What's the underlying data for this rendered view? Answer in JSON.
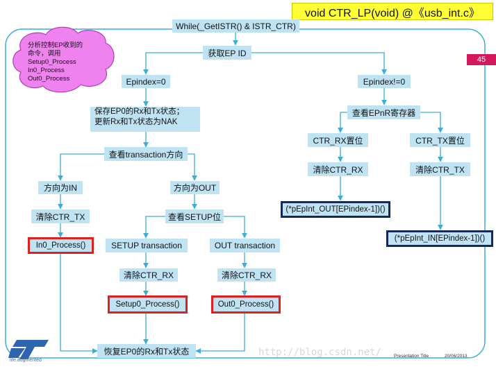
{
  "header": {
    "title": "void CTR_LP(void) @《usb_int.c》"
  },
  "page_number": "45",
  "note": {
    "lines": [
      "分析控制EP收到的",
      "命令，调用",
      "Setup0_Process",
      "In0_Process",
      "Out0_Process"
    ]
  },
  "nodes": {
    "while_loop": "While(_GetISTR() & ISTR_CTR)",
    "get_ep_id": "获取EP ID",
    "epindex_zero": "Epindex=0",
    "epindex_nonzero": "Epindex!=0",
    "save_ep0_state": [
      "保存EP0的Rx和Tx状态；",
      "更新Rx和Tx状态为NAK"
    ],
    "check_direction": "查看transaction方向",
    "dir_in": "方向为IN",
    "dir_out": "方向为OUT",
    "clear_ctr_tx_in": "清除CTR_TX",
    "in0_process": "In0_Process()",
    "check_setup_bit": "查看SETUP位",
    "setup_transaction": "SETUP transaction",
    "out_transaction": "OUT transaction",
    "clear_ctr_rx_setup": "清除CTR_RX",
    "clear_ctr_rx_out": "清除CTR_RX",
    "setup0_process": "Setup0_Process()",
    "out0_process": "Out0_Process()",
    "restore_ep0_state": "恢复EP0的Rx和Tx状态",
    "check_epnr": "查看EPnR寄存器",
    "ctr_rx_set": "CTR_RX置位",
    "ctr_tx_set": "CTR_TX置位",
    "clear_ctr_rx_ep": "清除CTR_RX",
    "clear_ctr_tx_ep": "清除CTR_TX",
    "ep_int_out": "(*pEpInt_OUT[EPindex-1])()",
    "ep_int_in": "(*pEpInt_IN[EPindex-1])()"
  },
  "footer": {
    "logo_tagline": "life.augmented",
    "watermark": "http://blog.csdn.net/",
    "presentation_title": "Presentation Title",
    "date": "20/06/2013"
  },
  "colors": {
    "node_fill": "#bfe3f3",
    "connector": "#3aaed8",
    "highlight_red": "#e02020",
    "highlight_navy": "#14285a",
    "title_fill": "#ffff33",
    "page_badge": "#d3195e",
    "note_cloud": "#ee82ee"
  }
}
